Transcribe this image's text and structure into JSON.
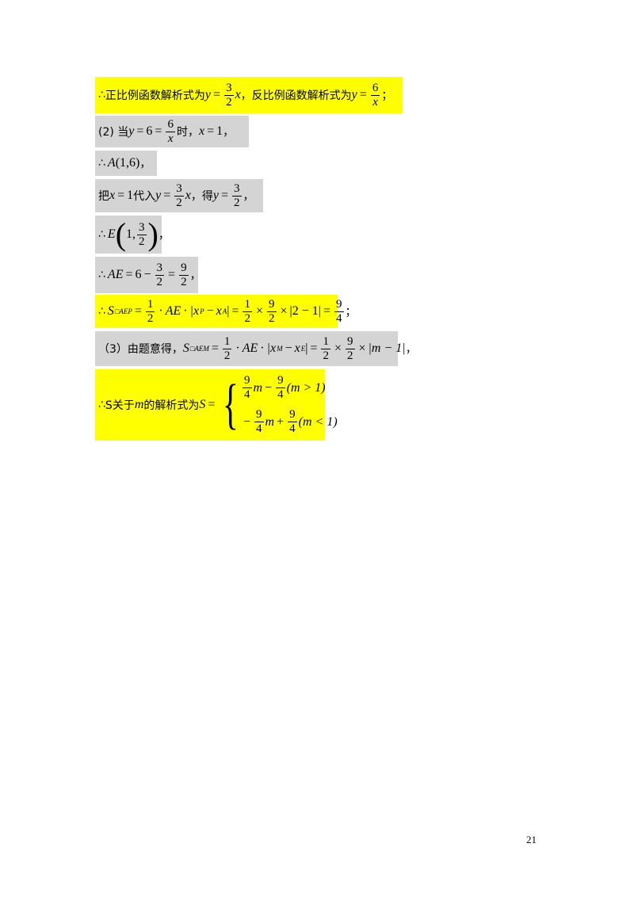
{
  "lines": {
    "l1": {
      "therefore": "∴",
      "t1": "正比例函数解析式为",
      "t2": "，反比例函数解析式为",
      "t3": "；",
      "y": "y",
      "eq": "=",
      "f1_num": "3",
      "f1_den": "2",
      "x": "x",
      "f2_num": "6",
      "f2_den": "x"
    },
    "l2": {
      "t1": "(2) 当",
      "y": "y",
      "eq": "=",
      "six": "6",
      "f_num": "6",
      "f_den": "x",
      "t2": "时，",
      "x": "x",
      "one": "1",
      "t3": "，"
    },
    "l3": {
      "therefore": "∴",
      "A": "A",
      "coords": "(1,6)",
      "t": "，"
    },
    "l4": {
      "t1": "把",
      "x": "x",
      "eq": "=",
      "one": "1",
      "t2": "代入",
      "y": "y",
      "f_num": "3",
      "f_den": "2",
      "t3": "，得",
      "t4": "，"
    },
    "l5": {
      "therefore": "∴",
      "E": "E",
      "lparen": "(",
      "one": "1,",
      "f_num": "3",
      "f_den": "2",
      "rparen": ")",
      "t": "，"
    },
    "l6": {
      "therefore": "∴",
      "AE": "AE",
      "eq": "=",
      "six": "6",
      "minus": "−",
      "f1_num": "3",
      "f1_den": "2",
      "f2_num": "9",
      "f2_den": "2",
      "t": "，"
    },
    "l7": {
      "therefore": "∴",
      "S": "S",
      "sub": "□AEP",
      "eq": "=",
      "half_num": "1",
      "half_den": "2",
      "dot": "·",
      "AE": "AE",
      "abs1": "|x",
      "subP": "P",
      "minus": "−",
      "xA": "x",
      "subA": "A",
      "abs1_end": "|",
      "times": "×",
      "f9_num": "9",
      "f9_den": "2",
      "abs2": "|2 − 1|",
      "res_num": "9",
      "res_den": "4",
      "t": "；"
    },
    "l8": {
      "t1": "（3）由题意得，",
      "S": "S",
      "sub": "□AEM",
      "eq": "=",
      "half_num": "1",
      "half_den": "2",
      "dot": "·",
      "AE": "AE",
      "abs_open": "|x",
      "subM": "M",
      "minus": "−",
      "xE": "x",
      "subE": "E",
      "abs_close": "|",
      "times": "×",
      "f9_num": "9",
      "f9_den": "2",
      "abs_m": "|m − 1|",
      "t": "，"
    },
    "l9": {
      "therefore": "∴",
      "t1": "S关于",
      "m": "m",
      "t2": "的解析式为",
      "S": "S",
      "eq": "=",
      "brace": "{",
      "c1_num1": "9",
      "c1_den1": "4",
      "c1_m": "m",
      "c1_minus": "−",
      "c1_num2": "9",
      "c1_den2": "4",
      "c1_cond": "(m > 1)",
      "c2_minus": "−",
      "c2_num1": "9",
      "c2_den1": "4",
      "c2_m": "m",
      "c2_plus": "+",
      "c2_num2": "9",
      "c2_den2": "4",
      "c2_cond": "(m < 1)"
    }
  },
  "page_number": "21",
  "colors": {
    "highlight_yellow": "#ffff00",
    "highlight_gray": "#d4d4d4"
  }
}
